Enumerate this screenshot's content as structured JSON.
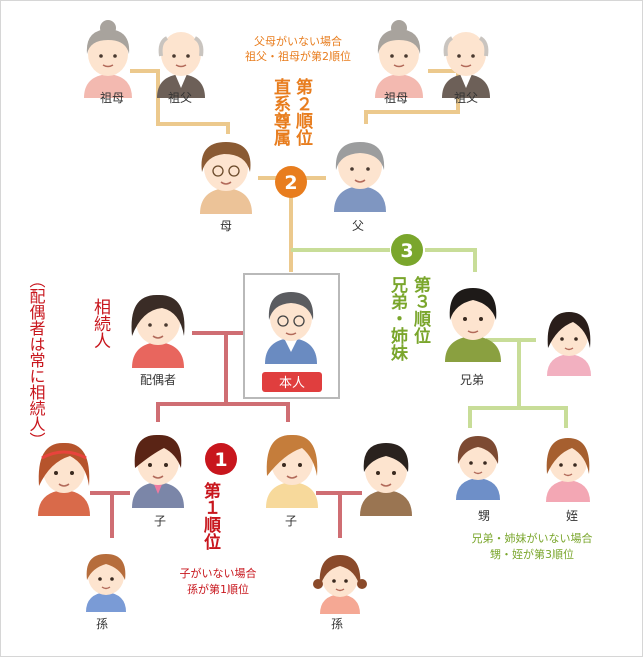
{
  "labels": {
    "grandmother": "祖母",
    "grandfather": "祖父",
    "mother": "母",
    "father": "父",
    "spouse": "配偶者",
    "self": "本人",
    "child": "子",
    "grandchild": "孫",
    "sibling": "兄弟",
    "nephew": "甥",
    "niece": "姪"
  },
  "rank2": {
    "number": "2",
    "title_line1": "第２順位",
    "title_line2": "直系尊属",
    "note_line1": "父母がいない場合",
    "note_line2": "祖父・祖母が第2順位"
  },
  "rank1": {
    "number": "1",
    "title": "第１順位",
    "note_line1": "子がいない場合",
    "note_line2": "孫が第1順位"
  },
  "rank3": {
    "number": "3",
    "title_line1": "第３順位",
    "title_line2": "兄弟・姉妹",
    "note_line1": "兄弟・姉妹がいない場合",
    "note_line2": "甥・姪が第3順位"
  },
  "spouse_side": {
    "title": "相続人",
    "note": "（配偶者は常に相続人）"
  },
  "colors": {
    "rank1": "#c8161d",
    "rank2": "#e87d1e",
    "rank3": "#7aa62c",
    "line_parents": "#ecc98d",
    "line_children": "#cf6e73",
    "line_siblings": "#c8dd98",
    "self_badge": "#e03e3e"
  }
}
